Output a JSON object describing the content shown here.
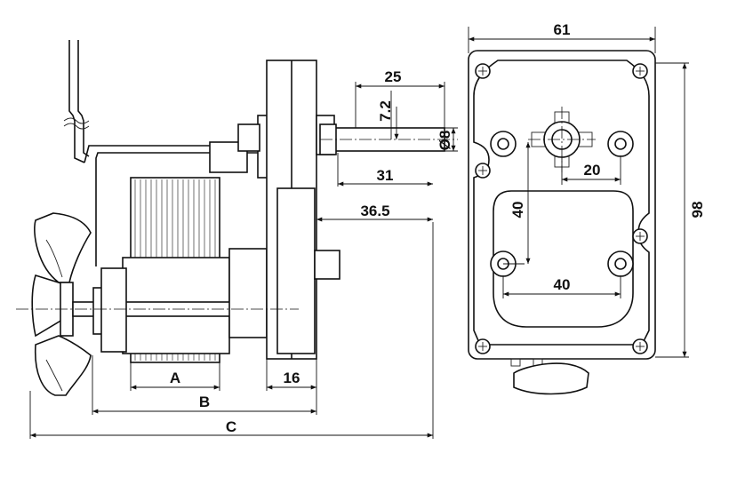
{
  "side_view": {
    "dim_a": "A",
    "dim_b": "B",
    "dim_c": "C",
    "dim_flange": "16",
    "dim_shaft_len": "25",
    "dim_shaft_offset": "7.2",
    "dim_shaft_dia": "Ø8",
    "dim_31": "31",
    "dim_36_5": "36.5"
  },
  "front_view": {
    "dim_width": "61",
    "dim_height": "98",
    "dim_20": "20",
    "dim_40_vertical": "40",
    "dim_40_horizontal": "40"
  }
}
